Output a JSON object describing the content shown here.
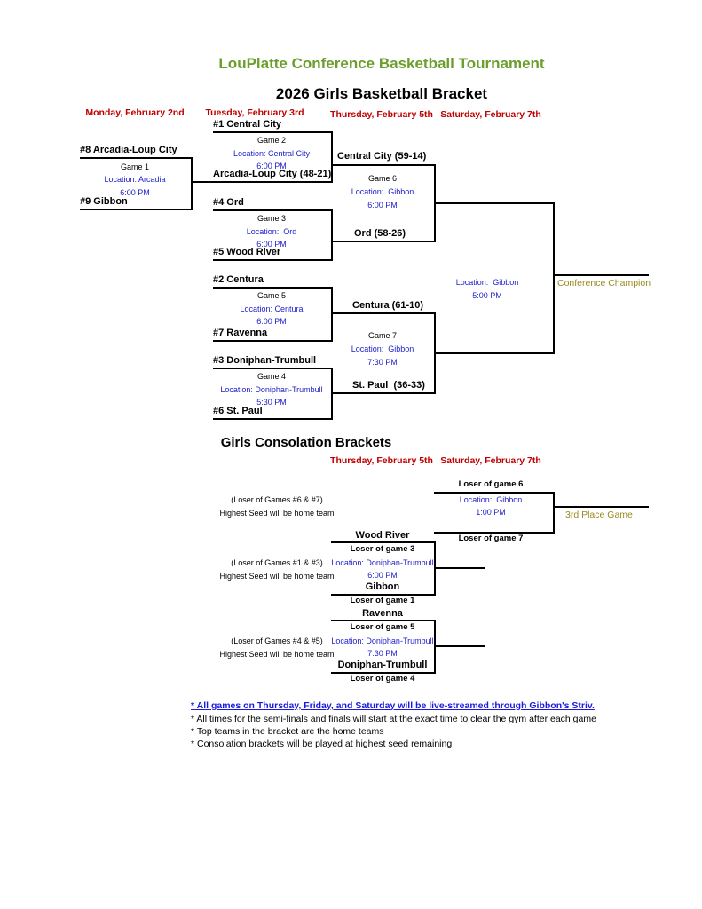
{
  "page": {
    "title": "LouPlatte Conference Basketball Tournament",
    "subtitle": "2026 Girls Basketball Bracket",
    "consolation_title": "Girls Consolation Brackets"
  },
  "colors": {
    "title_green": "#6b9e2d",
    "date_red": "#c00000",
    "detail_blue": "#2121cc",
    "champion_gold": "#9a8a20",
    "link_blue": "#1a1adf"
  },
  "dates_main": [
    "Monday, February 2nd",
    "Tuesday, February 3rd",
    "Thursday, February 5th",
    "Saturday, February 7th"
  ],
  "dates_consolation": [
    "Thursday, February 5th",
    "Saturday, February 7th"
  ],
  "main": {
    "game1": {
      "label": "Game 1",
      "top_team": "#8 Arcadia-Loup City",
      "bottom_team": "#9 Gibbon",
      "location": "Location: Arcadia",
      "time": "6:00 PM"
    },
    "game2": {
      "label": "Game 2",
      "top_team": "#1 Central City",
      "bottom_team": "Arcadia-Loup City (48-21)",
      "location": "Location: Central City",
      "time": "6:00 PM"
    },
    "game3": {
      "label": "Game 3",
      "top_team": "#4 Ord",
      "bottom_team": "#5 Wood River",
      "location": "Location:  Ord",
      "time": "6:00 PM"
    },
    "game5": {
      "label": "Game 5",
      "top_team": "#2 Centura",
      "bottom_team": "#7 Ravenna",
      "location": "Location: Centura",
      "time": "6:00 PM"
    },
    "game4": {
      "label": "Game 4",
      "top_team": "#3 Doniphan-Trumbull",
      "bottom_team": "#6 St. Paul",
      "location": "Location: Doniphan-Trumbull",
      "time": "5:30 PM"
    },
    "game6": {
      "label": "Game 6",
      "top_team": "Central City (59-14)",
      "bottom_team": "Ord (58-26)",
      "location": "Location:  Gibbon",
      "time": "6:00 PM"
    },
    "game7": {
      "label": "Game 7",
      "top_team": "Centura (61-10)",
      "bottom_team": "St. Paul  (36-33)",
      "location": "Location:  Gibbon",
      "time": "7:30 PM"
    },
    "championship": {
      "location": "Location:  Gibbon",
      "time": "5:00 PM",
      "champion_label": "Conference Champion"
    }
  },
  "consolation": {
    "third": {
      "top_slot": "Loser of game 6",
      "bottom_slot": "Loser of game 7",
      "location": "Location:  Gibbon",
      "time": "1:00 PM",
      "result_label": "3rd Place Game",
      "note1": "(Loser of Games #6 & #7)",
      "note2": "Highest Seed will be home team"
    },
    "cons13": {
      "top_team": "Wood River",
      "top_slot": "Loser of game 3",
      "bottom_team": "Gibbon",
      "bottom_slot": "Loser of game 1",
      "location": "Location: Doniphan-Trumbull",
      "time": "6:00 PM",
      "note1": "(Loser of Games #1 & #3)",
      "note2": "Highest Seed will be home team"
    },
    "cons45": {
      "top_team": "Ravenna",
      "top_slot": "Loser of game 5",
      "bottom_team": "Doniphan-Trumbull",
      "bottom_slot": "Loser of game 4",
      "location": "Location: Doniphan-Trumbull",
      "time": "7:30 PM",
      "note1": "(Loser of Games #4 & #5)",
      "note2": "Highest Seed will be home team"
    }
  },
  "notes": [
    "* All games on Thursday, Friday, and Saturday will be live-streamed through Gibbon's Striv.",
    "* All times for the semi-finals and finals will start at the exact time to clear the gym after each game",
    "* Top teams in the bracket are the home teams",
    "* Consolation brackets will be played at highest seed remaining"
  ]
}
